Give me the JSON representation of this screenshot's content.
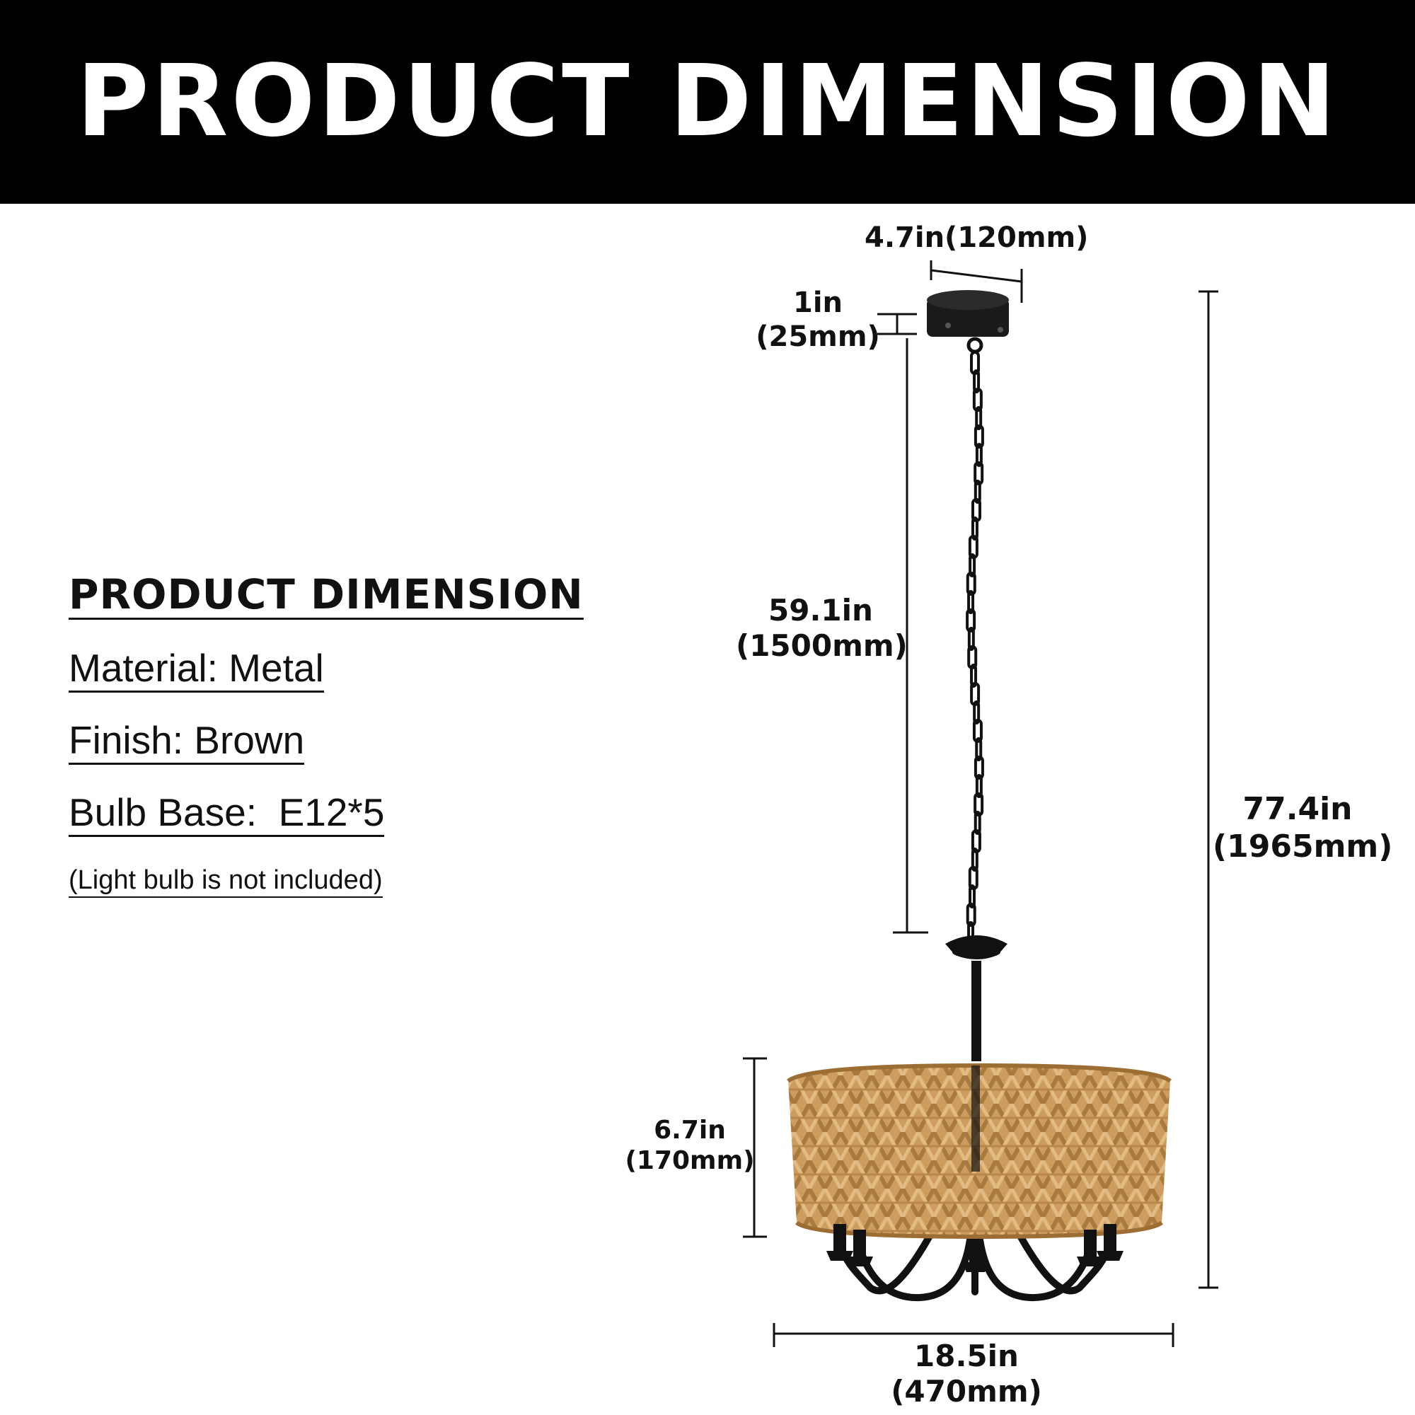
{
  "banner": {
    "title": "PRODUCT DIMENSION"
  },
  "specs": {
    "heading": "PRODUCT DIMENSION",
    "material": "Material: Metal",
    "finish": "Finish: Brown",
    "bulb_base": "Bulb Base:  E12*5",
    "note": "(Light bulb is not included)"
  },
  "dimensions": {
    "canopy_width": "4.7in(120mm)",
    "canopy_height_in": "1in",
    "canopy_height_mm": "(25mm)",
    "chain_length_in": "59.1in",
    "chain_length_mm": "(1500mm)",
    "total_height_in": "77.4in",
    "total_height_mm": "(1965mm)",
    "shade_height_in": "6.7in",
    "shade_height_mm": "(170mm)",
    "shade_width_in": "18.5in",
    "shade_width_mm": "(470mm)"
  },
  "colors": {
    "banner": "#000000",
    "rattan": "#c9995a",
    "metal": "#111111"
  }
}
